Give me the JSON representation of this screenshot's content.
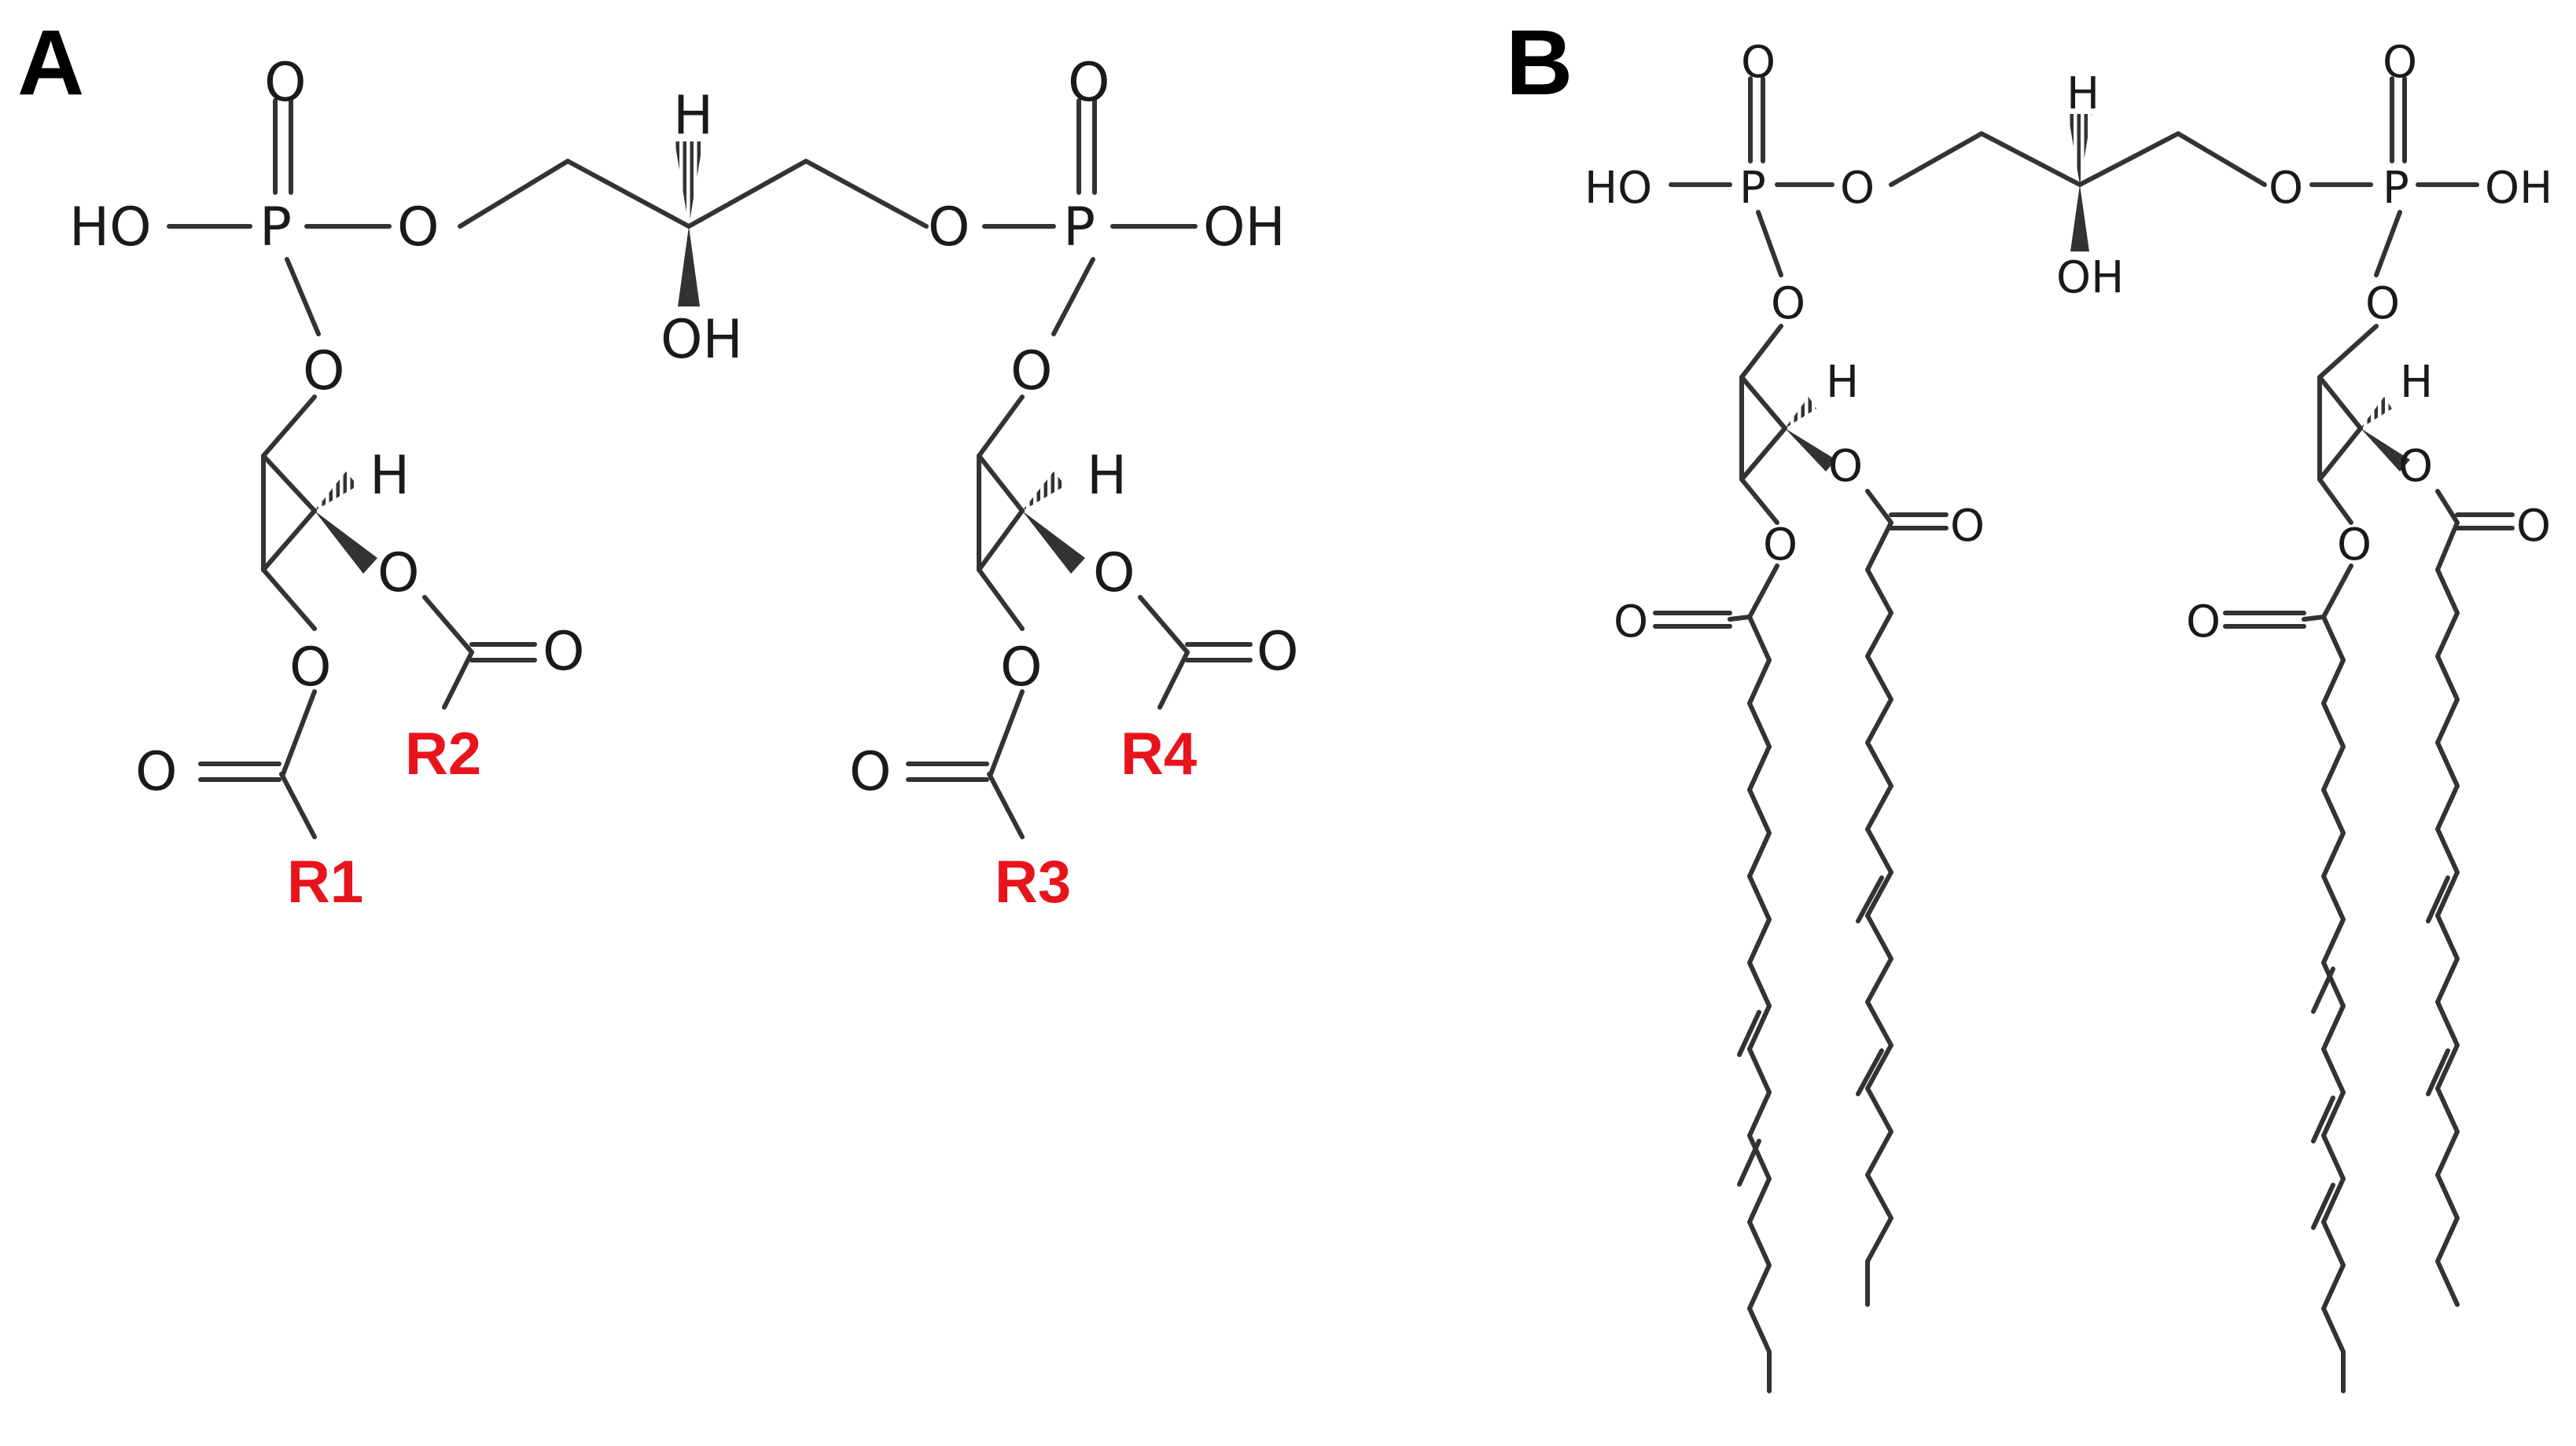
{
  "panels": [
    {
      "label": "A",
      "atoms": {
        "oxygen": "O",
        "phosphorus": "P",
        "hydrogen": "H",
        "hydroxyl": "OH",
        "hydroxyl_left": "HO"
      },
      "r_groups": [
        "R1",
        "R2",
        "R3",
        "R4"
      ]
    },
    {
      "label": "B",
      "atoms": {
        "oxygen": "O",
        "phosphorus": "P",
        "hydrogen": "H",
        "hydroxyl": "OH",
        "hydroxyl_left": "HO"
      }
    }
  ],
  "colors": {
    "bond": "#333333",
    "atom_text": "#1a1a1a",
    "r_group": "#e8141c",
    "panel_label": "#000000"
  }
}
